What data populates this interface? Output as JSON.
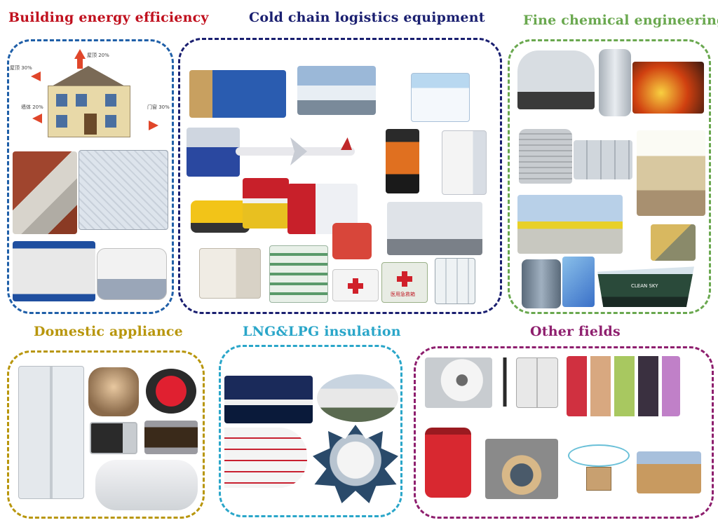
{
  "titles": {
    "building": "Building  energy  efficiency",
    "cold_chain": "Cold chain logistics equipment",
    "fine_chemical": "Fine chemical engineering",
    "domestic": "Domestic appliance",
    "lng": "LNG&LPG insulation",
    "other": "Other fields"
  },
  "colors": {
    "building": "#c0101e",
    "cold_chain": "#1a1f70",
    "fine_chemical": "#6aa84f",
    "domestic": "#b8960c",
    "lng": "#2aa6c9",
    "other": "#8e1f6e",
    "building_border": "#1f5fa8",
    "cold_border": "#1a1f70",
    "fine_border": "#6aa84f",
    "domestic_border": "#b8960c",
    "lng_border": "#2aa6c9",
    "other_border": "#8e1f6e"
  },
  "house_labels": {
    "roof": "屋顶 20%",
    "walls_top": "屋顶 30%",
    "wall_left": "墙体 20%",
    "door": "门窗 30%"
  },
  "truck_label": "CLEAN SKY",
  "firstaid_label": "医用急救箱"
}
